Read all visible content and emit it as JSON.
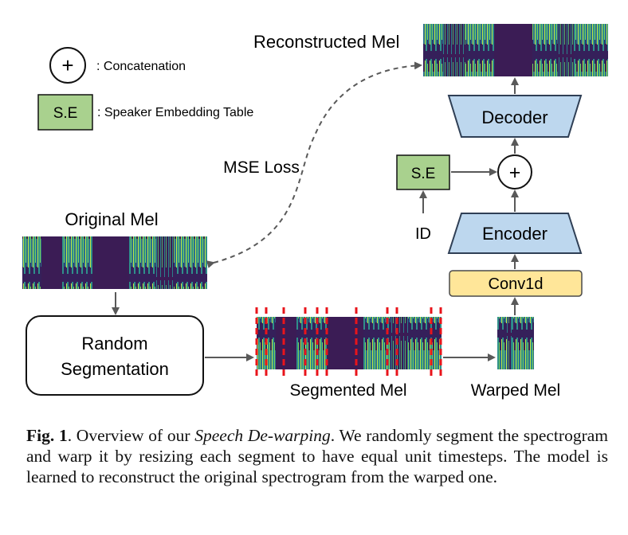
{
  "legend": {
    "concat_symbol": "+",
    "concat_label": ": Concatenation",
    "se_symbol": "S.E",
    "se_label": ": Speaker Embedding Table"
  },
  "labels": {
    "reconstructed_mel": "Reconstructed Mel",
    "original_mel": "Original Mel",
    "mse_loss": "MSE Loss",
    "segmented_mel": "Segmented Mel",
    "warped_mel": "Warped Mel",
    "id": "ID"
  },
  "blocks": {
    "decoder": "Decoder",
    "encoder": "Encoder",
    "conv1d": "Conv1d",
    "speaker_embedding": "S.E",
    "concat": "+",
    "random_segmentation_line1": "Random",
    "random_segmentation_line2": "Segmentation"
  },
  "caption": {
    "fig_label": "Fig. 1",
    "text_1": ". Overview of our ",
    "italic": "Speech De-warping",
    "text_2": ". We randomly segment the spectrogram and warp it by resizing each segment to have equal unit timesteps.  The model is learned to reconstruct the original spectrogram from the warped one."
  },
  "colors": {
    "block_blue": "#bdd7ee",
    "block_green": "#a9d18e",
    "block_yellow": "#ffe699",
    "segment_red": "#e8141b",
    "mel_dark": "#3b1c55"
  }
}
